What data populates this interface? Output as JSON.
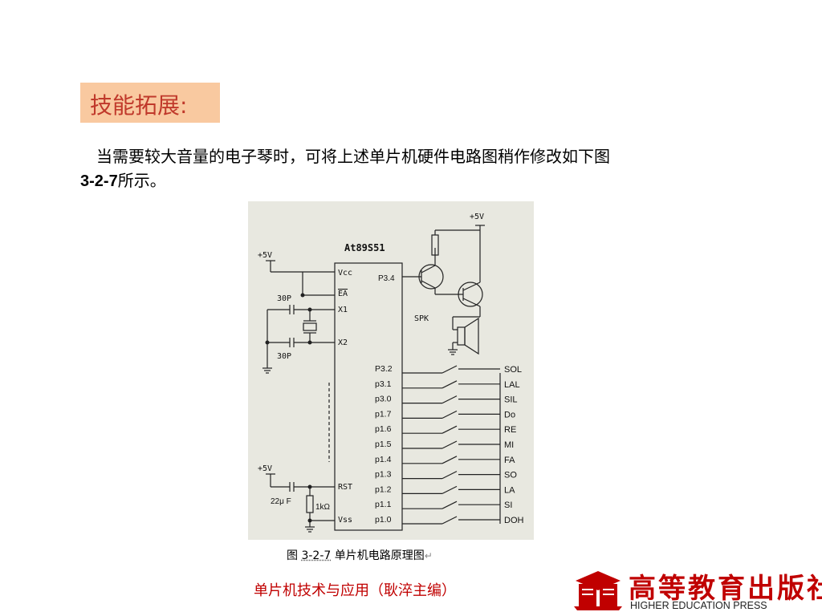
{
  "heading": {
    "title": "技能拓展",
    "colon": ":"
  },
  "paragraph": {
    "line1": "当需要较大音量的电子琴时，可将上述单片机硬件电路图稍作修改如下图",
    "fig_ref": "3-2-7",
    "tail": "所示。"
  },
  "diagram": {
    "chip_title": "At89S51",
    "power_label": "+5V",
    "left_pins": [
      "Vcc",
      "EA",
      "X1",
      "X2",
      "RST",
      "Vss"
    ],
    "cap_label": "30P",
    "p34": "P3.4",
    "spk_label": "SPK",
    "ports": [
      "P3.2",
      "p3.1",
      "p3.0",
      "p1.7",
      "p1.6",
      "p1.5",
      "p1.4",
      "p1.3",
      "p1.2",
      "p1.1",
      "p1.0"
    ],
    "notes": [
      "SOL",
      "LAL",
      "SIL",
      "Do",
      "RE",
      "MI",
      "FA",
      "SO",
      "LA",
      "SI",
      "DOH"
    ],
    "rst_cap": "22μ F",
    "resistor": "1kΩ"
  },
  "caption": {
    "prefix": "图 ",
    "number": "3-2-7",
    "text": " 单片机电路原理图",
    "mark": "↵"
  },
  "footer": {
    "text": "单片机技术与应用（耿淬主编）"
  },
  "logo": {
    "cn": "高等教育出版社",
    "en": "HIGHER EDUCATION PRESS"
  },
  "colors": {
    "title_bg": "#f9c9a0",
    "title_text": "#c0392b",
    "footer_text": "#c00000"
  }
}
